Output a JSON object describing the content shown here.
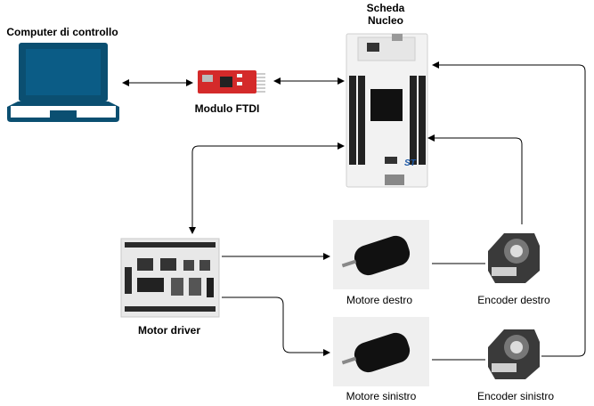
{
  "labels": {
    "computer": "Computer di controllo",
    "ftdi": "Modulo FTDI",
    "nucleo_line1": "Scheda",
    "nucleo_line2": "Nucleo",
    "motor_driver": "Motor driver",
    "motor_right": "Motore destro",
    "motor_left": "Motore sinistro",
    "encoder_right": "Encoder destro",
    "encoder_left": "Encoder sinistro"
  },
  "icons": {
    "computer": "laptop-icon",
    "ftdi": "ftdi-board-icon",
    "nucleo": "nucleo-board-icon",
    "driver": "motor-driver-board-icon",
    "motor": "dc-motor-icon",
    "encoder": "encoder-icon"
  },
  "colors": {
    "laptop": "#0b4f71",
    "laptop_screen": "#0b5c86",
    "ftdi_board": "#d42a2a",
    "nucleo_board": "#f2f2f2",
    "nucleo_header": "#222222",
    "driver_board": "#e8e8e8",
    "motor_body": "#111111",
    "arrow": "#000000"
  }
}
